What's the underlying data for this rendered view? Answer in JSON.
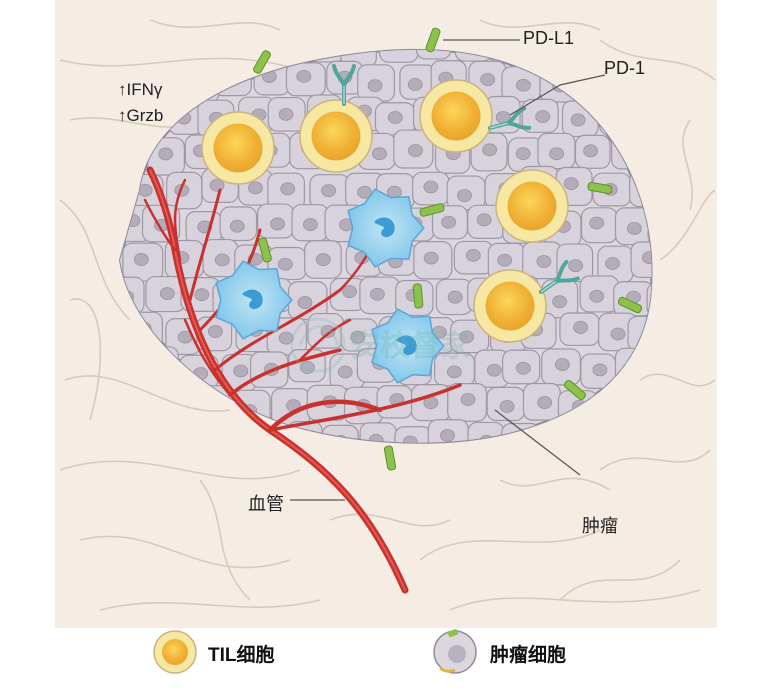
{
  "labels": {
    "pdl1": "PD-L1",
    "pd1": "PD-1",
    "ifng": "↑IFNγ",
    "grzb": "↑Grzb",
    "vessel": "血管",
    "tumor": "肿瘤"
  },
  "legend": {
    "til": "TIL细胞",
    "tumor_cell": "肿瘤细胞"
  },
  "watermark": "安校督家",
  "colors": {
    "background": "#f5ece4",
    "tumor_cell": "#d9d3dc",
    "cell_border": "#9a93a0",
    "nucleus": "#a8a0ad",
    "til_ring": "#f4e07a",
    "til_core": "#f2b53a",
    "macrophage": "#8fd0ee",
    "macrophage_core": "#4aa8dc",
    "vessel": "#c8312d",
    "pdl1": "#8bc34a",
    "pd1": "#5fb3a8",
    "fiber": "#d9cabd"
  }
}
